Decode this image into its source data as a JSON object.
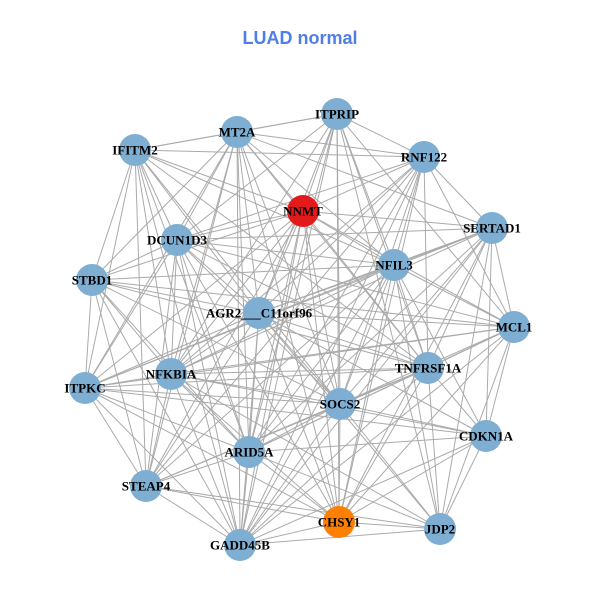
{
  "title": "LUAD normal",
  "colors": {
    "title": "#4f7ee8",
    "default_node": "#7faed3",
    "edge": "#aaaaaa"
  },
  "nodes": [
    {
      "id": "ITPRIP",
      "color": "#7faed3"
    },
    {
      "id": "MT2A",
      "color": "#7faed3"
    },
    {
      "id": "IFITM2",
      "color": "#7faed3"
    },
    {
      "id": "RNF122",
      "color": "#7faed3"
    },
    {
      "id": "NNMT",
      "color": "#e31a1c"
    },
    {
      "id": "SERTAD1",
      "color": "#7faed3"
    },
    {
      "id": "DCUN1D3",
      "color": "#7faed3"
    },
    {
      "id": "NFIL3",
      "color": "#7faed3"
    },
    {
      "id": "STBD1",
      "color": "#7faed3"
    },
    {
      "id": "AGR2___C11orf96",
      "color": "#7faed3"
    },
    {
      "id": "MCL1",
      "color": "#7faed3"
    },
    {
      "id": "TNFRSF1A",
      "color": "#7faed3"
    },
    {
      "id": "NFKBIA",
      "color": "#7faed3"
    },
    {
      "id": "ITPKC",
      "color": "#7faed3"
    },
    {
      "id": "SOCS2",
      "color": "#7faed3"
    },
    {
      "id": "CDKN1A",
      "color": "#7faed3"
    },
    {
      "id": "ARID5A",
      "color": "#7faed3"
    },
    {
      "id": "STEAP4",
      "color": "#7faed3"
    },
    {
      "id": "CHSY1",
      "color": "#ff7f00"
    },
    {
      "id": "JDP2",
      "color": "#7faed3"
    },
    {
      "id": "GADD45B",
      "color": "#7faed3"
    }
  ],
  "adjacency": {
    "0": [
      1,
      2,
      3,
      4,
      6,
      7,
      9,
      10,
      11,
      12,
      14,
      16,
      18,
      19,
      20
    ],
    "1": [
      2,
      3,
      4,
      5,
      6,
      7,
      8,
      9,
      11,
      12,
      13,
      14,
      16,
      17,
      18,
      20
    ],
    "2": [
      3,
      4,
      6,
      7,
      8,
      9,
      11,
      12,
      13,
      14,
      16,
      17,
      20
    ],
    "3": [
      4,
      5,
      6,
      7,
      9,
      10,
      11,
      12,
      14,
      16,
      17,
      18,
      20
    ],
    "4": [
      5,
      6,
      7,
      8,
      9,
      10,
      11,
      12,
      13,
      14,
      16,
      17,
      18,
      20
    ],
    "5": [
      6,
      7,
      9,
      10,
      11,
      12,
      13,
      14,
      15,
      16,
      18,
      19,
      20
    ],
    "6": [
      7,
      8,
      9,
      10,
      11,
      12,
      13,
      14,
      16,
      17,
      18,
      20
    ],
    "7": [
      8,
      9,
      10,
      11,
      12,
      13,
      14,
      15,
      16,
      17,
      18,
      19,
      20
    ],
    "8": [
      9,
      10,
      11,
      12,
      13,
      14,
      16,
      17,
      20
    ],
    "9": [
      10,
      11,
      12,
      13,
      14,
      15,
      16,
      17,
      18,
      19,
      20
    ],
    "10": [
      11,
      12,
      13,
      14,
      15,
      16,
      18,
      19,
      20
    ],
    "11": [
      12,
      13,
      14,
      15,
      16,
      17,
      18,
      19,
      20
    ],
    "12": [
      13,
      14,
      15,
      16,
      17,
      18,
      19,
      20
    ],
    "13": [
      14,
      15,
      16,
      17,
      18,
      20
    ],
    "14": [
      15,
      16,
      17,
      18,
      19,
      20
    ],
    "15": [
      16,
      18,
      19,
      20
    ],
    "16": [
      17,
      18,
      19,
      20
    ],
    "17": [
      18,
      19,
      20
    ],
    "18": [
      19,
      20
    ],
    "19": [
      20
    ]
  }
}
